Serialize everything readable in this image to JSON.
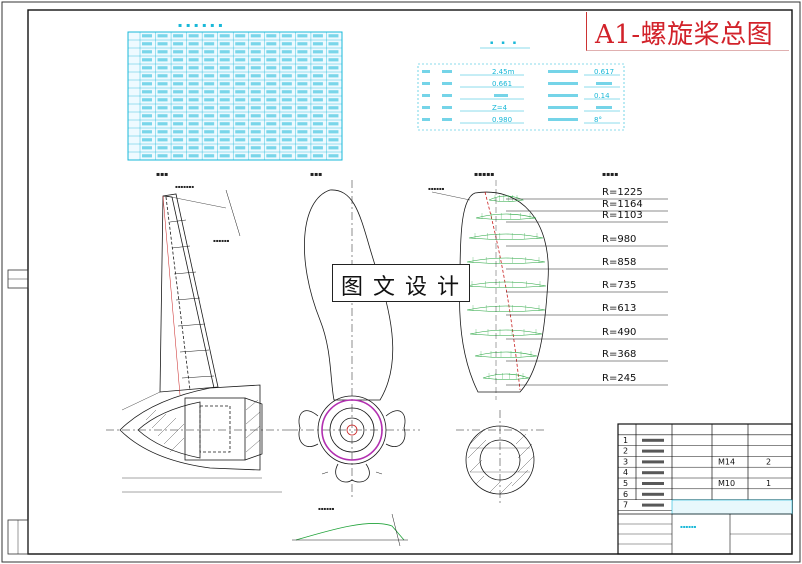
{
  "banner_title": "A1-螺旋桨总图",
  "watermark": "图文设计",
  "radius_labels": [
    "R=1225",
    "R=1164",
    "R=1103",
    "R=980",
    "R=858",
    "R=735",
    "R=613",
    "R=490",
    "R=368",
    "R=245"
  ],
  "title_block": {
    "rows": [
      {
        "no": "1",
        "size": "",
        "qty": ""
      },
      {
        "no": "2",
        "size": "",
        "qty": ""
      },
      {
        "no": "3",
        "size": "M14",
        "qty": "2"
      },
      {
        "no": "4",
        "size": "",
        "qty": ""
      },
      {
        "no": "5",
        "size": "M10",
        "qty": "1"
      },
      {
        "no": "6",
        "size": "",
        "qty": ""
      },
      {
        "no": "7",
        "size": "",
        "qty": ""
      }
    ]
  },
  "params": [
    "2.45m",
    "0.661",
    "",
    "Z=4",
    "0.980",
    "0.617",
    "",
    "0.14",
    "",
    "8°"
  ],
  "colors": {
    "banner_text": "#d2222a",
    "table_cyan": "#19b8d8",
    "line_dark": "#1a1a1a",
    "section_green": "#21a33a",
    "blade_purple": "#b22fb0",
    "hub_red": "#c81e1e"
  }
}
